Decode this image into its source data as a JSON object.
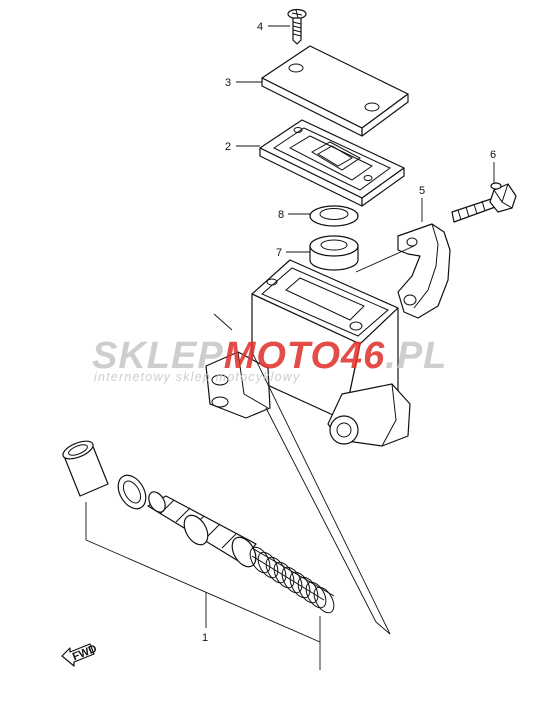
{
  "diagram": {
    "callouts": [
      "1",
      "2",
      "3",
      "4",
      "5",
      "6",
      "7",
      "8"
    ],
    "fwd_label": "FWD"
  },
  "watermark": {
    "brand_part1": "SKLEP",
    "brand_part2": "MOTO46",
    "brand_part3": ".PL",
    "tagline": "internetowy sklep motocyklowy",
    "color_gray": "#c8c8c8",
    "color_red": "#e0342e"
  }
}
